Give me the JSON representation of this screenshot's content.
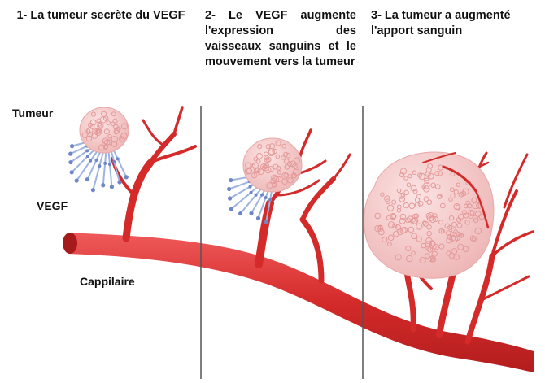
{
  "panels": [
    {
      "caption": "1- La tumeur secrète du VEGF"
    },
    {
      "caption": "2- Le VEGF augmente l'expression des vaisseaux sanguins et le mouvement vers la tumeur"
    },
    {
      "caption": "3- La tumeur a augmenté l'apport sanguin"
    }
  ],
  "labels": {
    "tumor": "Tumeur",
    "vegf": "VEGF",
    "capillary": "Cappilaire"
  },
  "colors": {
    "vessel": "#d42a2a",
    "vessel_highlight": "#f06a6a",
    "tumor_fill": "#f2c3c3",
    "tumor_cell": "#e49a9a",
    "vegf_line": "#9db3e0",
    "vegf_dot": "#6f86c8",
    "divider": "#555555"
  }
}
